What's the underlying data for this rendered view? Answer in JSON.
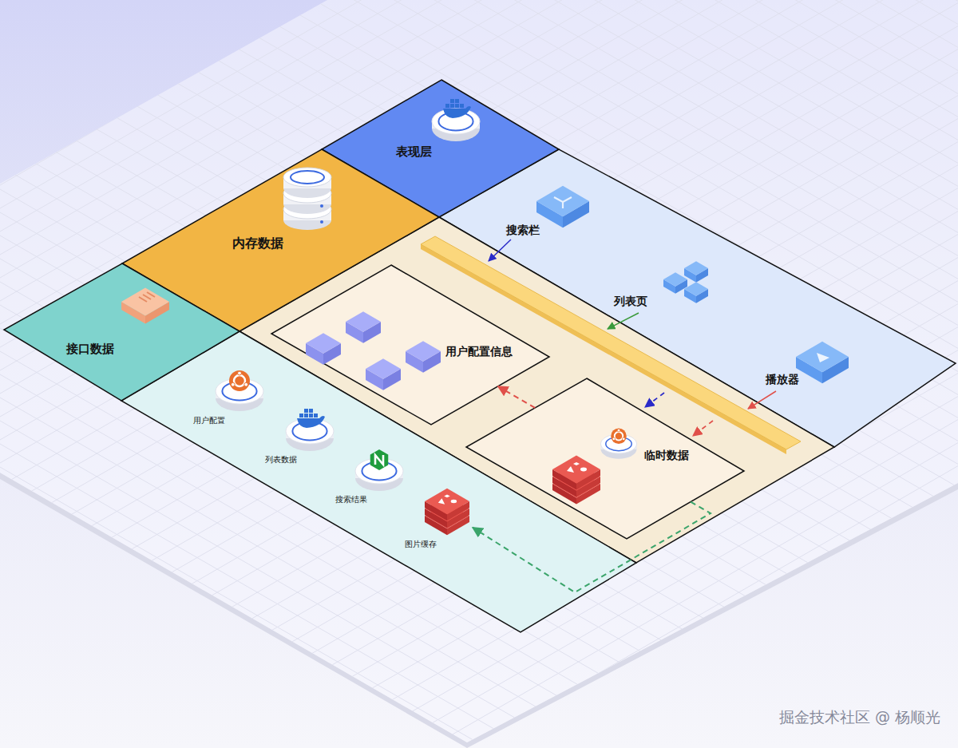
{
  "diagram": {
    "nodes": [
      {
        "text": [
          "表现层"
        ]
      },
      {
        "text": [
          "内存数据"
        ]
      },
      {
        "text": [
          "接口数据"
        ]
      },
      {
        "text": [
          "搜索栏"
        ]
      },
      {
        "text": [
          "列表页"
        ]
      },
      {
        "text": [
          "播放器"
        ]
      },
      {
        "text": [
          "用户配置信息"
        ]
      },
      {
        "text": [
          "临时数据"
        ]
      },
      {
        "text": [
          "用户配置"
        ]
      },
      {
        "text": [
          "列表数据"
        ]
      },
      {
        "text": [
          "搜索结果"
        ]
      },
      {
        "text": [
          "图片缓存"
        ]
      }
    ],
    "edges": [
      {
        "from": 7,
        "to": 6,
        "arrow": "to"
      },
      {
        "from": 7,
        "to": 11,
        "arrow": "to"
      }
    ],
    "labels": [
      "掘金技术社区 @ 杨顺光"
    ]
  }
}
